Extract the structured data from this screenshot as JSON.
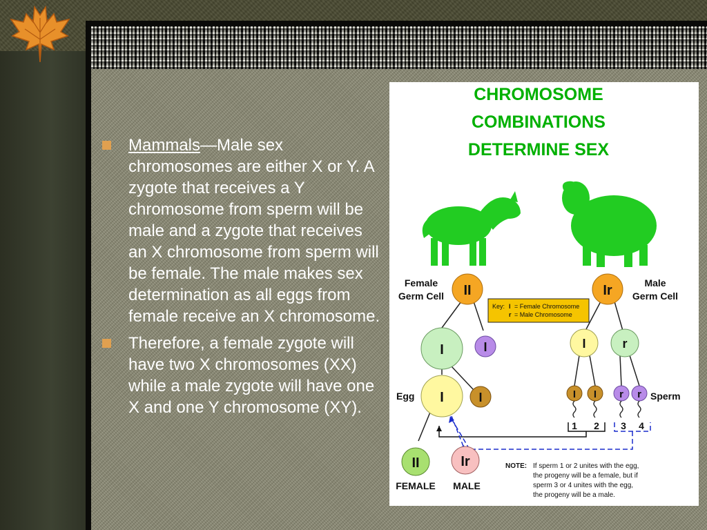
{
  "slide": {
    "bullets": [
      {
        "lead": "Mammals",
        "dash": "—",
        "text": "Male sex chromosomes are either X or Y. A zygote that receives a Y chromosome from sperm will be male and a zygote that receives an X chromosome from sperm will be female. The male makes sex determination as all eggs from female receive an X chromosome."
      },
      {
        "lead": "",
        "dash": "",
        "text": "Therefore, a female zygote will have two X chromosomes (XX) while a male zygote will have one X and one Y chromosome (XY)."
      }
    ]
  },
  "figure": {
    "title": [
      "CHROMOSOME",
      "COMBINATIONS",
      "DETERMINE SEX"
    ],
    "female_label": [
      "Female",
      "Germ Cell"
    ],
    "male_label": [
      "Male",
      "Germ Cell"
    ],
    "female_cell": "II",
    "male_cell": "Ir",
    "key": {
      "prefix": "Key:",
      "line1_sym": "I",
      "line1": "= Female Chromosome",
      "line2_sym": "r",
      "line2": "= Male Chromosome"
    },
    "egg_label": "Egg",
    "sperm_label": "Sperm",
    "cell_I": "I",
    "cell_r": "r",
    "sperm_numbers": [
      "1",
      "2",
      "3",
      "4"
    ],
    "female_offspring": "II",
    "male_offspring": "Ir",
    "female_word": "FEMALE",
    "male_word": "MALE",
    "note_prefix": "NOTE:",
    "note_lines": [
      "If sperm 1 or 2 unites with the egg,",
      "the progeny will be a female, but if",
      "sperm 3 or 4 unites with the egg,",
      "the progeny will be a male."
    ],
    "colors": {
      "title_green": "#00b000",
      "sheep_green": "#22cc22",
      "orange": "#f5a623",
      "light_green": "#c8f0c0",
      "purple": "#b88be8",
      "light_yellow": "#fff8a0",
      "brown": "#c8902a",
      "pink": "#f8c0c0",
      "green_offspring": "#a8e070",
      "key_yellow": "#f5c400",
      "blue": "#1a2ccc"
    }
  }
}
